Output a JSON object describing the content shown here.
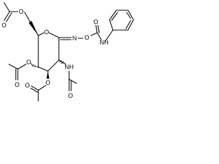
{
  "molecule": {
    "atoms": {
      "ring_o": "O",
      "oxime_n": "N",
      "oxime_o": "O",
      "carbamate_o": "O",
      "carbamate_nh": "NH",
      "acetamido_nh": "NH",
      "acetamido_o": "O",
      "ac6_o1": "O",
      "ac6_o2": "O",
      "ac4_o1": "O",
      "ac4_o2": "O",
      "ac3_o1": "O",
      "ac3_o2": "O"
    },
    "colors": {
      "ink": "#000000",
      "background": "#ffffff"
    }
  }
}
